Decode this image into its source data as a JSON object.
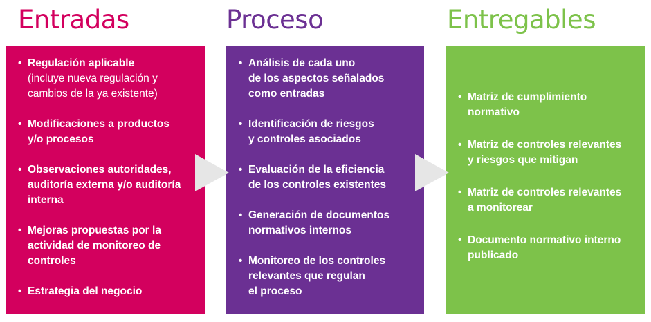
{
  "colors": {
    "entradas": "#d3005e",
    "proceso": "#6b3093",
    "entregables": "#7dc24a",
    "arrow": "#e6e6e6"
  },
  "columns": [
    {
      "title": "Entradas",
      "items": [
        {
          "lines": [
            "Regulación aplicable"
          ],
          "sub": [
            "(incluye nueva regulación y",
            "cambios de la ya existente)"
          ]
        },
        {
          "lines": [
            "Modificaciones a productos",
            "y/o procesos"
          ]
        },
        {
          "lines": [
            "Observaciones autoridades,",
            "auditoría externa y/o auditoría",
            "interna"
          ]
        },
        {
          "lines": [
            "Mejoras propuestas por la",
            "actividad de monitoreo de",
            "controles"
          ]
        },
        {
          "lines": [
            "Estrategia del negocio"
          ]
        }
      ]
    },
    {
      "title": "Proceso",
      "items": [
        {
          "lines": [
            "Análisis de cada uno",
            "de los aspectos señalados",
            "como entradas"
          ]
        },
        {
          "lines": [
            "Identificación de riesgos",
            "y controles asociados"
          ]
        },
        {
          "lines": [
            "Evaluación de la eficiencia",
            "de los controles existentes"
          ]
        },
        {
          "lines": [
            "Generación de documentos",
            "normativos internos"
          ]
        },
        {
          "lines": [
            "Monitoreo de los controles",
            "relevantes que regulan",
            "el proceso"
          ]
        }
      ]
    },
    {
      "title": "Entregables",
      "items": [
        {
          "lines": [
            "Matriz de cumplimiento",
            "normativo"
          ]
        },
        {
          "lines": [
            "Matriz de controles relevantes",
            "y riesgos que mitigan"
          ]
        },
        {
          "lines": [
            "Matriz de controles relevantes",
            "a monitorear"
          ]
        },
        {
          "lines": [
            "Documento normativo interno",
            "publicado"
          ]
        }
      ]
    }
  ]
}
